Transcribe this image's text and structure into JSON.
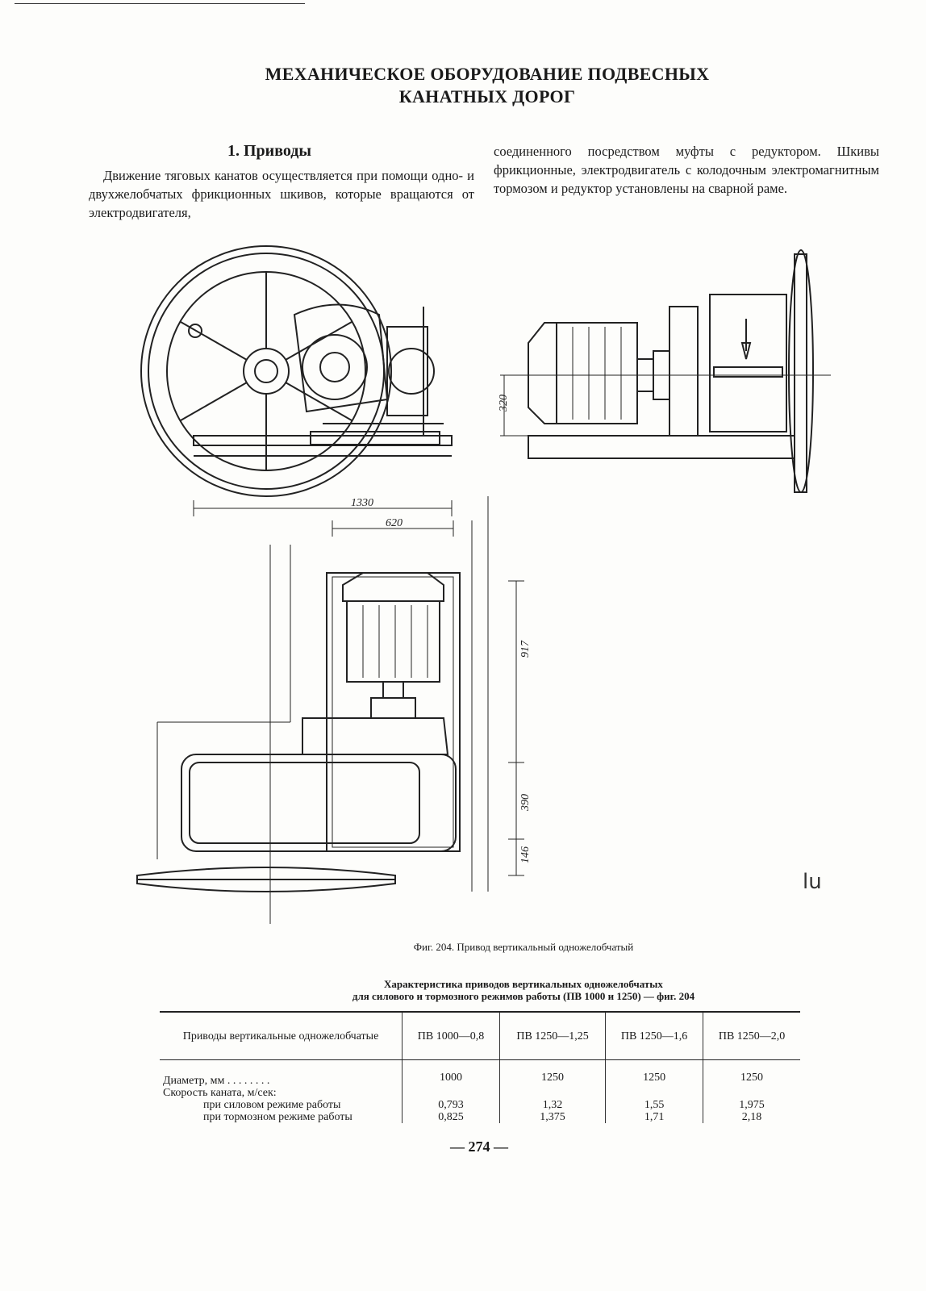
{
  "title": {
    "line1": "МЕХАНИЧЕСКОЕ ОБОРУДОВАНИЕ ПОДВЕСНЫХ",
    "line2": "КАНАТНЫХ ДОРОГ"
  },
  "section": {
    "heading": "1. Приводы"
  },
  "paragraph": {
    "left": "Движение тяговых канатов осуществляется при помощи одно- и двухжелобчатых фрикционных шкивов, которые вращаются от электродвигателя,",
    "right": "соединенного посредством муфты с редуктором. Шкивы фрикционные, электродвигатель с колодочным электромагнитным тормозом и редуктор установлены на сварной раме."
  },
  "figure": {
    "dimensions": {
      "d1330": "1330",
      "d620": "620",
      "d320": "320",
      "d917": "917",
      "d390": "390",
      "d146": "146"
    },
    "caption": "Фиг. 204. Привод вертикальный одножелобчатый"
  },
  "table": {
    "title_line1": "Характеристика приводов вертикальных одножелобчатых",
    "title_line2": "для силового и тормозного режимов работы (ПВ 1000 и 1250) — фиг. 204",
    "header": {
      "param": "Приводы вертикальные одножелобчатые",
      "cols": [
        "ПВ 1000—0,8",
        "ПВ 1250—1,25",
        "ПВ 1250—1,6",
        "ПВ 1250—2,0"
      ]
    },
    "rows": {
      "diameter_label": "Диаметр, мм . . . . . . . .",
      "diameter": [
        "1000",
        "1250",
        "1250",
        "1250"
      ],
      "speed_label": "Скорость каната, м/сек:",
      "power_label": "при силовом режиме работы",
      "power": [
        "0,793",
        "1,32",
        "1,55",
        "1,975"
      ],
      "brake_label": "при тормозном режиме работы",
      "brake": [
        "0,825",
        "1,375",
        "1,71",
        "2,18"
      ]
    }
  },
  "page_number": "— 274 —",
  "handwritten_mark": "lu"
}
